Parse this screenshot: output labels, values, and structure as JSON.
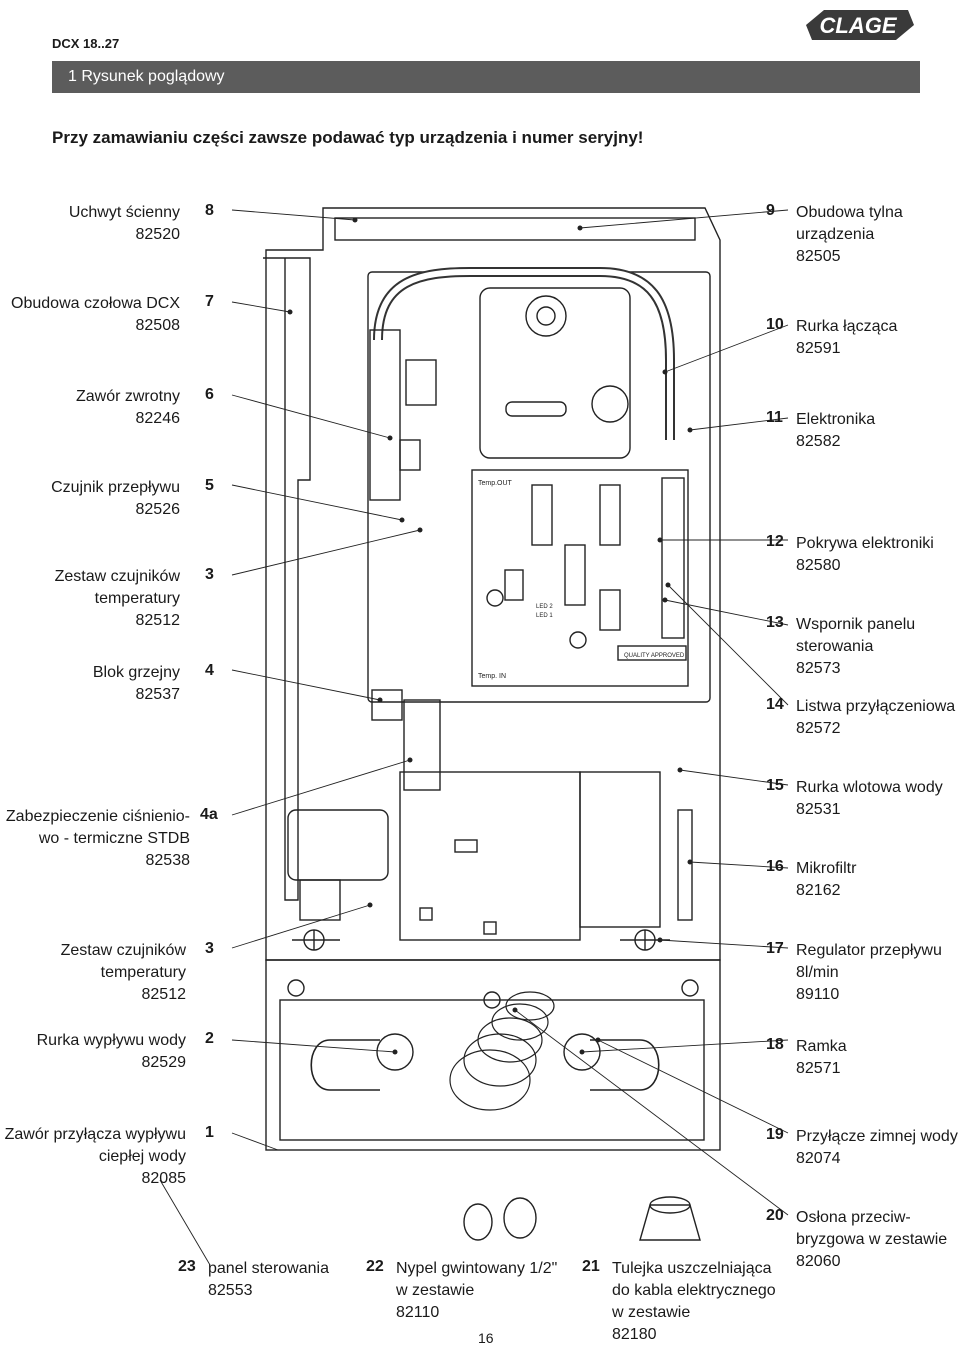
{
  "header": {
    "doc_code": "DCX 18..27",
    "brand": "CLAGE"
  },
  "section": {
    "title": "1  Rysunek poglądowy"
  },
  "notice": "Przy zamawianiu części zawsze podawać typ urządzenia i numer seryjny!",
  "left_parts": [
    {
      "num": "8",
      "text": "Uchwyt ścienny\n82520"
    },
    {
      "num": "7",
      "text": "Obudowa czołowa DCX\n82508"
    },
    {
      "num": "6",
      "text": "Zawór zwrotny\n82246"
    },
    {
      "num": "5",
      "text": "Czujnik przepływu\n82526"
    },
    {
      "num": "3",
      "text": "Zestaw czujników\ntemperatury\n82512"
    },
    {
      "num": "4",
      "text": "Blok grzejny\n82537"
    },
    {
      "num": "4a",
      "text": "Zabezpieczenie ciśnienio-\nwo - termiczne STDB\n82538"
    },
    {
      "num": "3",
      "text": "Zestaw czujników\ntemperatury\n82512"
    },
    {
      "num": "2",
      "text": "Rurka wypływu wody\n82529"
    },
    {
      "num": "1",
      "text": "Zawór przyłącza wypływu\nciepłej wody\n82085"
    }
  ],
  "right_parts": [
    {
      "num": "9",
      "text": "Obudowa tylna\nurządzenia\n82505"
    },
    {
      "num": "10",
      "text": "Rurka łącząca\n82591"
    },
    {
      "num": "11",
      "text": "Elektronika\n82582"
    },
    {
      "num": "12",
      "text": "Pokrywa elektroniki\n82580"
    },
    {
      "num": "13",
      "text": "Wspornik panelu\nsterowania\n82573"
    },
    {
      "num": "14",
      "text": "Listwa przyłączeniowa\n82572"
    },
    {
      "num": "15",
      "text": "Rurka wlotowa wody\n82531"
    },
    {
      "num": "16",
      "text": "Mikrofiltr\n82162"
    },
    {
      "num": "17",
      "text": "Regulator przepływu\n8l/min\n89110"
    },
    {
      "num": "18",
      "text": "Ramka\n82571"
    },
    {
      "num": "19",
      "text": "Przyłącze zimnej wody\n82074"
    },
    {
      "num": "20",
      "text": "Osłona przeciw-\nbryzgowa w zestawie\n82060"
    }
  ],
  "bottom_parts": [
    {
      "num": "23",
      "text": "panel sterowania\n82553"
    },
    {
      "num": "22",
      "text": "Nypel gwintowany 1/2\"\nw zestawie\n82110"
    },
    {
      "num": "21",
      "text": "Tulejka uszczelniająca\ndo kabla elektrycznego\nw zestawie\n82180"
    }
  ],
  "diagram_text": {
    "temp_out": "Temp.OUT",
    "temp_in": "Temp. IN",
    "quality": "QUALITY APPROVED",
    "led2": "LED 2",
    "led1": "LED 1"
  },
  "page_number": "16"
}
